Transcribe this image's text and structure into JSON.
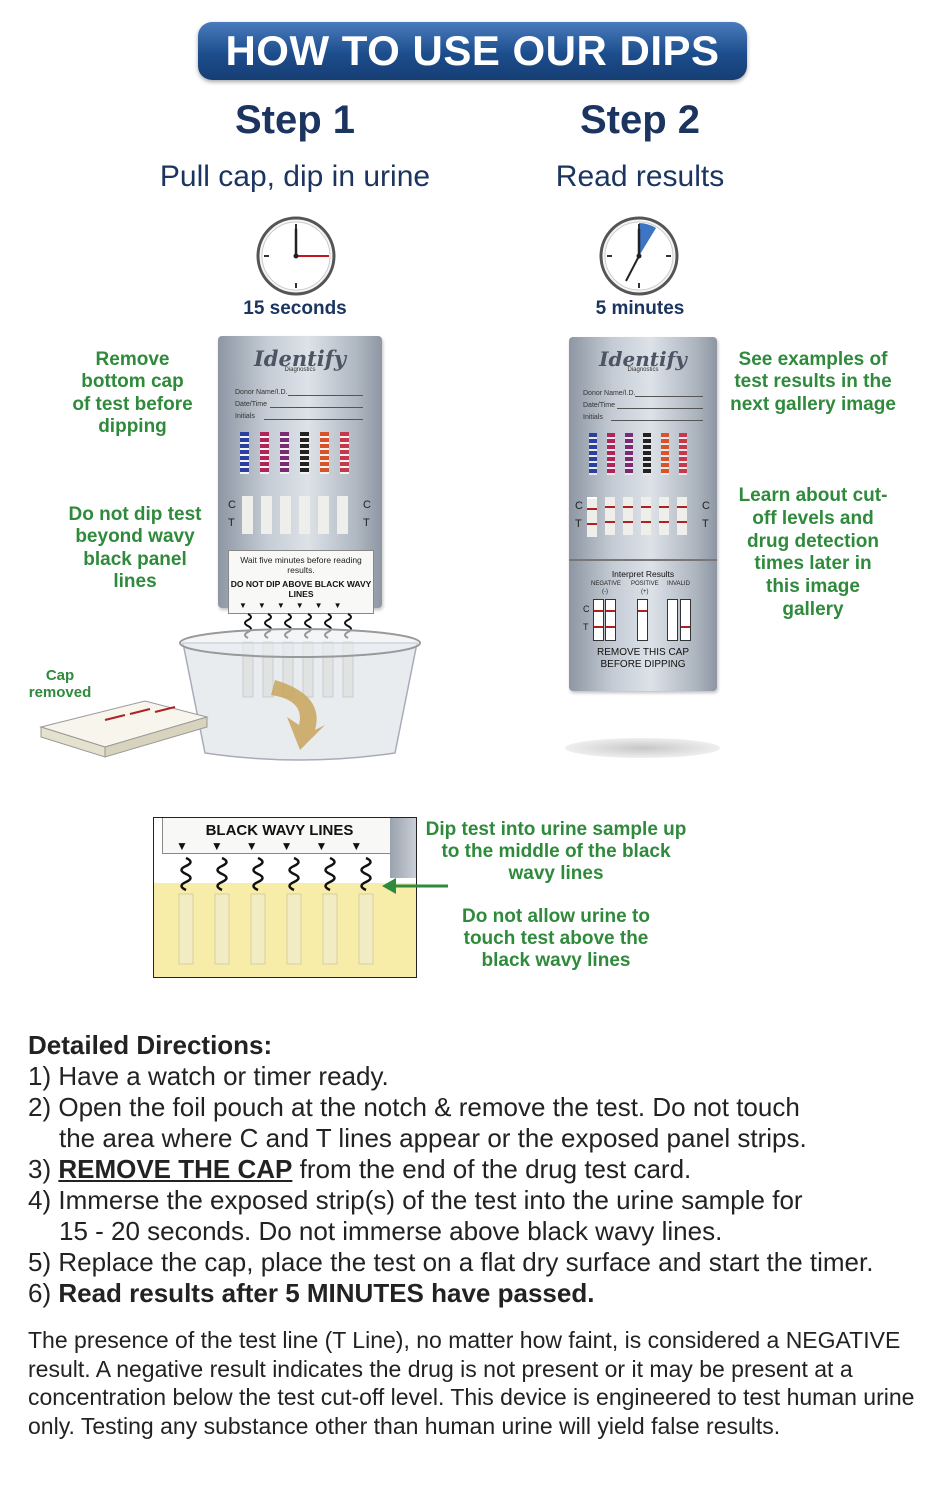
{
  "banner": "HOW TO USE OUR DIPS",
  "step1": {
    "title": "Step 1",
    "subtitle": "Pull cap, dip in urine",
    "timer": "15 seconds",
    "note_cap": "Remove bottom cap of test before dipping",
    "note_dip": "Do not dip test beyond wavy black panel lines",
    "cap_removed": "Cap removed"
  },
  "step2": {
    "title": "Step 2",
    "subtitle": "Read results",
    "timer": "5 minutes",
    "note_examples": "See examples of test results in the next gallery image",
    "note_cutoff": "Learn about cut-off levels and drug detection times later in this image gallery"
  },
  "card": {
    "brand": "Identify",
    "brand_sub": "Diagnostics",
    "field_donor": "Donor Name/I.D.",
    "field_date": "Date/Time",
    "field_initials": "Initials",
    "label_c": "C",
    "label_t": "T",
    "wait_text": "Wait five minutes before reading results.",
    "dip_warning": "DO NOT DIP ABOVE BLACK WAVY LINES",
    "interpret": "Interpret Results",
    "negative": "NEGATIVE",
    "negative_sign": "(-)",
    "positive": "POSITIVE",
    "positive_sign": "(+)",
    "invalid": "INVALID",
    "remove_cap": "REMOVE THIS CAP BEFORE DIPPING"
  },
  "closeup": {
    "header": "BLACK WAVY LINES",
    "note_dip": "Dip test into urine sample up to the middle of the black wavy lines",
    "note_touch": "Do not allow urine to touch test above the black wavy lines"
  },
  "directions": {
    "heading": "Detailed Directions:",
    "s1": "1) Have a watch or timer ready.",
    "s2a": "2) Open the foil pouch at the notch & remove the test. Do not touch",
    "s2b": "the area where C and T lines appear or the exposed panel strips.",
    "s3_prefix": "3) ",
    "s3_bold": "REMOVE THE CAP",
    "s3_rest": " from the end of the drug test card.",
    "s4a": "4) Immerse the exposed strip(s) of the test into the urine sample for",
    "s4b": "15 - 20 seconds. Do not immerse above black wavy lines.",
    "s5": "5) Replace the cap, place the test on a flat dry surface and start the timer.",
    "s6_prefix": "6) ",
    "s6_bold": "Read results after 5 MINUTES have passed."
  },
  "footer": "The presence of the test line (T Line), no matter how faint, is considered a NEGATIVE result. A negative result indicates the drug is not present or it may be present at a concentration below the test cut-off level. This device is engineered to test human urine only. Testing any substance other than human urine will yield false results.",
  "colors": {
    "banner": "#1c4d8c",
    "heading": "#1b3560",
    "note": "#2f8a3c",
    "urine": "#f7eca8"
  }
}
